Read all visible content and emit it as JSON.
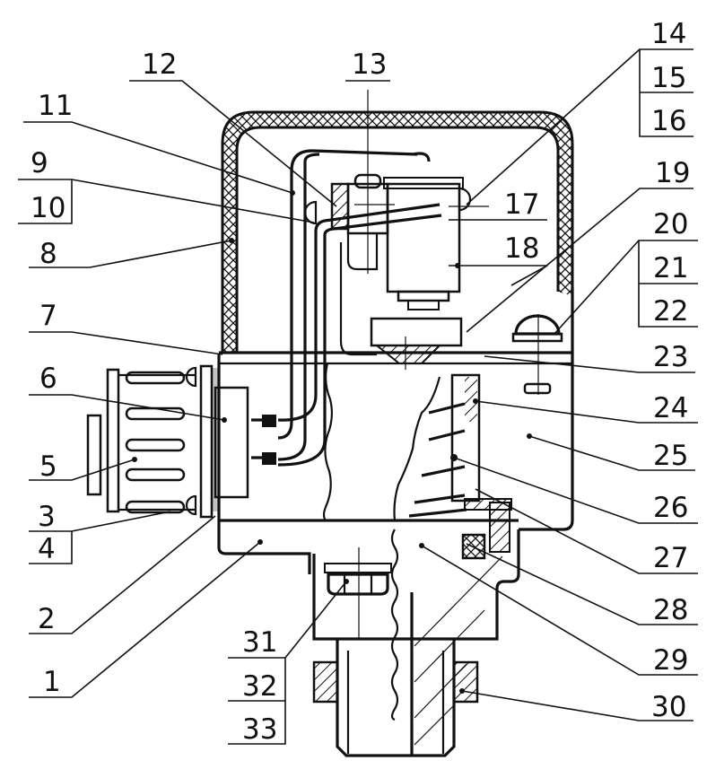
{
  "diagram": {
    "type": "technical-cross-section-drawing",
    "subject": "Pressure switch assembly (sectional view)",
    "background_color": "#ffffff",
    "line_color": "#111111",
    "callouts": [
      {
        "id": "1",
        "label": "1",
        "side": "left"
      },
      {
        "id": "2",
        "label": "2",
        "side": "left"
      },
      {
        "id": "3",
        "label": "3",
        "side": "left",
        "group": "3-4"
      },
      {
        "id": "4",
        "label": "4",
        "side": "left",
        "group": "3-4"
      },
      {
        "id": "5",
        "label": "5",
        "side": "left"
      },
      {
        "id": "6",
        "label": "6",
        "side": "left"
      },
      {
        "id": "7",
        "label": "7",
        "side": "left"
      },
      {
        "id": "8",
        "label": "8",
        "side": "left"
      },
      {
        "id": "9",
        "label": "9",
        "side": "left",
        "group": "9-10"
      },
      {
        "id": "10",
        "label": "10",
        "side": "left",
        "group": "9-10"
      },
      {
        "id": "11",
        "label": "11",
        "side": "left"
      },
      {
        "id": "12",
        "label": "12",
        "side": "top"
      },
      {
        "id": "13",
        "label": "13",
        "side": "top"
      },
      {
        "id": "14",
        "label": "14",
        "side": "right",
        "group": "14-16"
      },
      {
        "id": "15",
        "label": "15",
        "side": "right",
        "group": "14-16"
      },
      {
        "id": "16",
        "label": "16",
        "side": "right",
        "group": "14-16"
      },
      {
        "id": "17",
        "label": "17",
        "side": "inner-right"
      },
      {
        "id": "18",
        "label": "18",
        "side": "inner-right"
      },
      {
        "id": "19",
        "label": "19",
        "side": "right"
      },
      {
        "id": "20",
        "label": "20",
        "side": "right",
        "group": "20-22"
      },
      {
        "id": "21",
        "label": "21",
        "side": "right",
        "group": "20-22"
      },
      {
        "id": "22",
        "label": "22",
        "side": "right",
        "group": "20-22"
      },
      {
        "id": "23",
        "label": "23",
        "side": "right"
      },
      {
        "id": "24",
        "label": "24",
        "side": "right"
      },
      {
        "id": "25",
        "label": "25",
        "side": "right"
      },
      {
        "id": "26",
        "label": "26",
        "side": "right"
      },
      {
        "id": "27",
        "label": "27",
        "side": "right"
      },
      {
        "id": "28",
        "label": "28",
        "side": "right"
      },
      {
        "id": "29",
        "label": "29",
        "side": "right"
      },
      {
        "id": "30",
        "label": "30",
        "side": "right"
      },
      {
        "id": "31",
        "label": "31",
        "side": "bottom-left",
        "group": "31-33"
      },
      {
        "id": "32",
        "label": "32",
        "side": "bottom-left",
        "group": "31-33"
      },
      {
        "id": "33",
        "label": "33",
        "side": "bottom-left",
        "group": "31-33"
      }
    ]
  }
}
